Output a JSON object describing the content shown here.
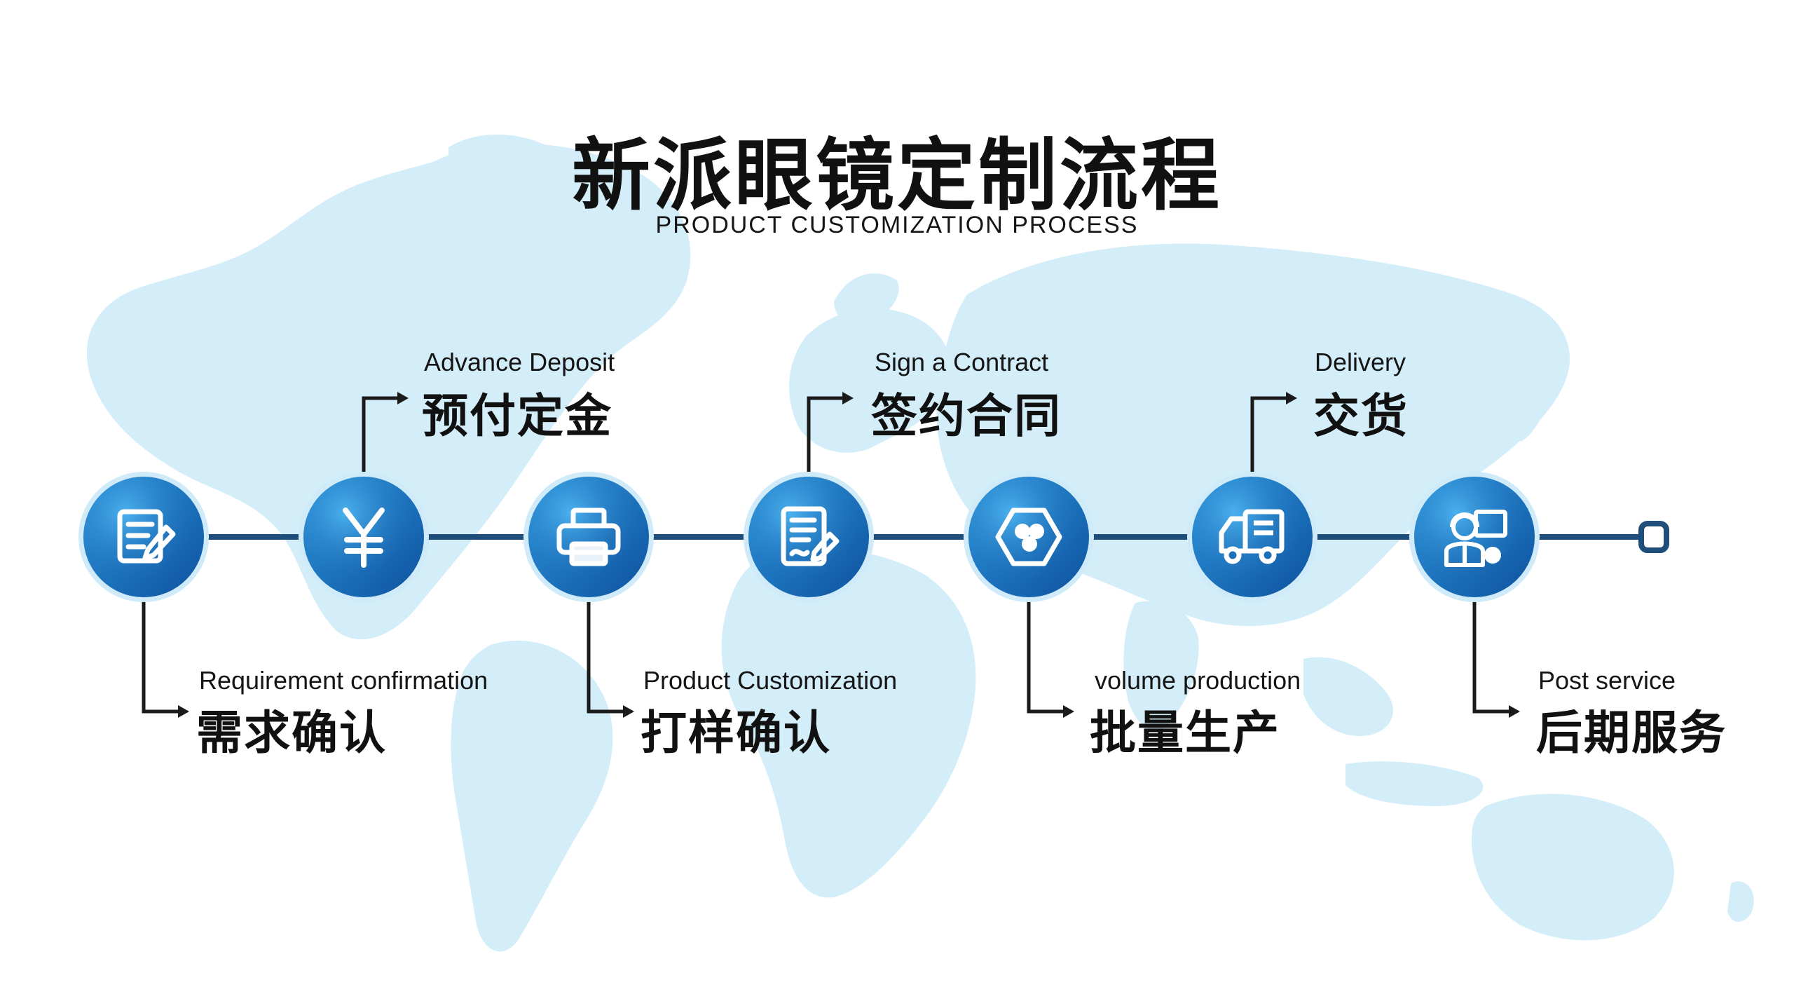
{
  "header": {
    "title": "新派眼镜定制流程",
    "subtitle": "PRODUCT CUSTOMIZATION PROCESS"
  },
  "colors": {
    "node_dark": "#0d4f9c",
    "node_light": "#2f9fe6",
    "line": "#1f4e7a",
    "map": "#d3eef8",
    "arrow": "#1b1b1b"
  },
  "steps": [
    {
      "en": "Requirement confirmation",
      "zh": "需求确认",
      "icon": "document-edit-icon",
      "position": "below"
    },
    {
      "en": "Advance Deposit",
      "zh": "预付定金",
      "icon": "yen-icon",
      "position": "above"
    },
    {
      "en": "Product Customization",
      "zh": "打样确认",
      "icon": "printer-icon",
      "position": "below"
    },
    {
      "en": "Sign a Contract",
      "zh": "签约合同",
      "icon": "contract-sign-icon",
      "position": "above"
    },
    {
      "en": "volume production",
      "zh": "批量生产",
      "icon": "hexagon-production-icon",
      "position": "below"
    },
    {
      "en": "Delivery",
      "zh": "交货",
      "icon": "delivery-truck-icon",
      "position": "above"
    },
    {
      "en": "Post service",
      "zh": "后期服务",
      "icon": "customer-service-icon",
      "position": "below"
    }
  ]
}
